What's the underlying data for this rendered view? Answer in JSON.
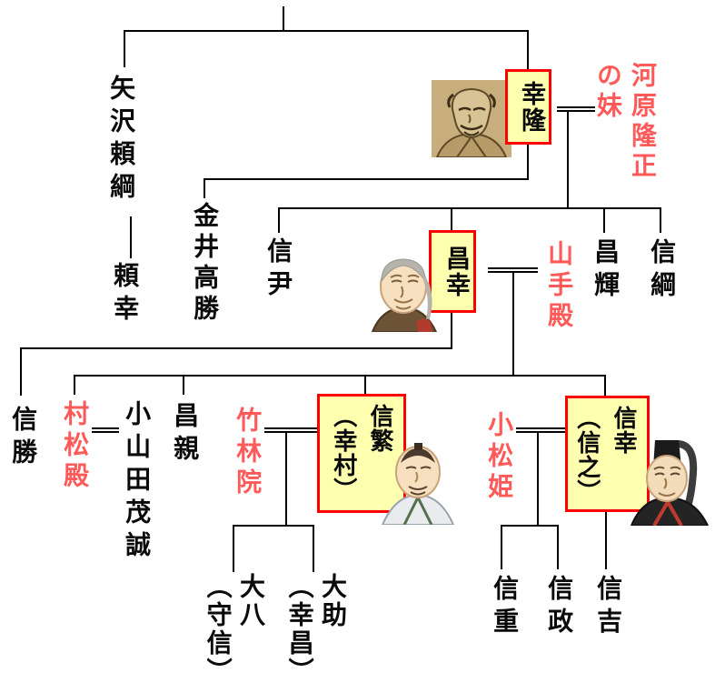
{
  "diagram": {
    "kind": "family-tree",
    "colors": {
      "box_fill": "#ffffb0",
      "box_border": "#ff0000",
      "female_text": "#ff5a5a",
      "male_text": "#0a0a0a",
      "line": "#000000"
    }
  },
  "people": {
    "yazawa_yoritsuna": {
      "name": "矢沢頼綱"
    },
    "yoriyuki": {
      "name": "頼幸"
    },
    "yukitaka": {
      "name": "幸隆"
    },
    "kawahara_imouto": {
      "name": "河原隆正\nの妹"
    },
    "kanai_takakatsu": {
      "name": "金井高勝"
    },
    "nobutada": {
      "name": "信尹"
    },
    "masayuki": {
      "name": "昌幸"
    },
    "yamanote_dono": {
      "name": "山手殿"
    },
    "masateru": {
      "name": "昌輝"
    },
    "nobutsuna": {
      "name": "信綱"
    },
    "nobukatsu": {
      "name": "信勝"
    },
    "muramatsu_dono": {
      "name": "村松殿"
    },
    "oyamada_shigemasa": {
      "name": "小山田茂誠"
    },
    "masachika": {
      "name": "昌親"
    },
    "chikurinin": {
      "name": "竹林院"
    },
    "nobushige": {
      "name": "信繁\n（幸村）"
    },
    "komatsu_hime": {
      "name": "小松姫"
    },
    "nobuyuki": {
      "name": "信幸\n（信之）"
    },
    "daihachi": {
      "name": "大八\n（守信）"
    },
    "daisuke": {
      "name": "大助\n（幸昌）"
    },
    "nobushige_jr": {
      "name": "信重"
    },
    "nobumasa": {
      "name": "信政"
    },
    "nobuyoshi": {
      "name": "信吉"
    }
  }
}
